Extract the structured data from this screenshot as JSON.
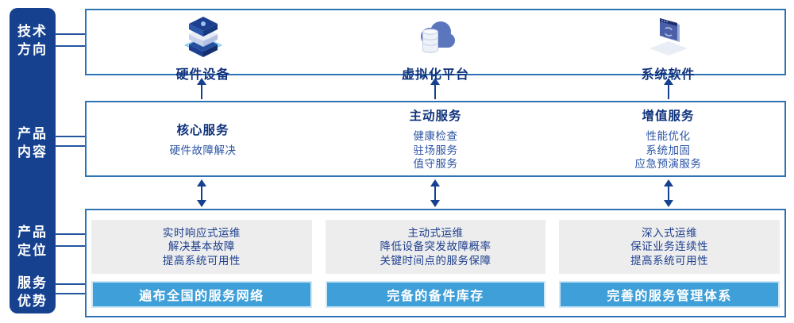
{
  "colors": {
    "sidebar_bg": "#16418f",
    "box_border": "#2e74b5",
    "title_text": "#10337c",
    "item_text": "#2d55a5",
    "panel_bg": "#ededed",
    "bar_bg": "#3f9fd8",
    "bar_border": "#cfe8f7",
    "arrow": "#16418f",
    "connector": "#24549e"
  },
  "sidebar": {
    "items": [
      {
        "id": "tech-direction",
        "lines": [
          "技术",
          "方向"
        ]
      },
      {
        "id": "product-content",
        "lines": [
          "产品",
          "内容"
        ]
      },
      {
        "id": "product-positioning",
        "lines": [
          "产品",
          "定位"
        ]
      },
      {
        "id": "service-advantage",
        "lines": [
          "服务",
          "优势"
        ]
      }
    ]
  },
  "tech_row": {
    "columns": [
      {
        "icon": "server-stack-icon",
        "label": "硬件设备"
      },
      {
        "icon": "cloud-database-icon",
        "label": "虚拟化平台"
      },
      {
        "icon": "code-window-icon",
        "label": "系统软件"
      }
    ]
  },
  "content_row": {
    "columns": [
      {
        "title": "核心服务",
        "items": [
          "硬件故障解决"
        ]
      },
      {
        "title": "主动服务",
        "items": [
          "健康检查",
          "驻场服务",
          "值守服务"
        ]
      },
      {
        "title": "增值服务",
        "items": [
          "性能优化",
          "系统加固",
          "应急预演服务"
        ]
      }
    ]
  },
  "positioning_row": {
    "columns": [
      {
        "points": [
          "实时响应式运维",
          "解决基本故障",
          "提高系统可用性"
        ],
        "advantage": "遍布全国的服务网络"
      },
      {
        "points": [
          "主动式运维",
          "降低设备突发故障概率",
          "关键时间点的服务保障"
        ],
        "advantage": "完备的备件库存"
      },
      {
        "points": [
          "深入式运维",
          "保证业务连续性",
          "提高系统可用性"
        ],
        "advantage": "完善的服务管理体系"
      }
    ]
  }
}
